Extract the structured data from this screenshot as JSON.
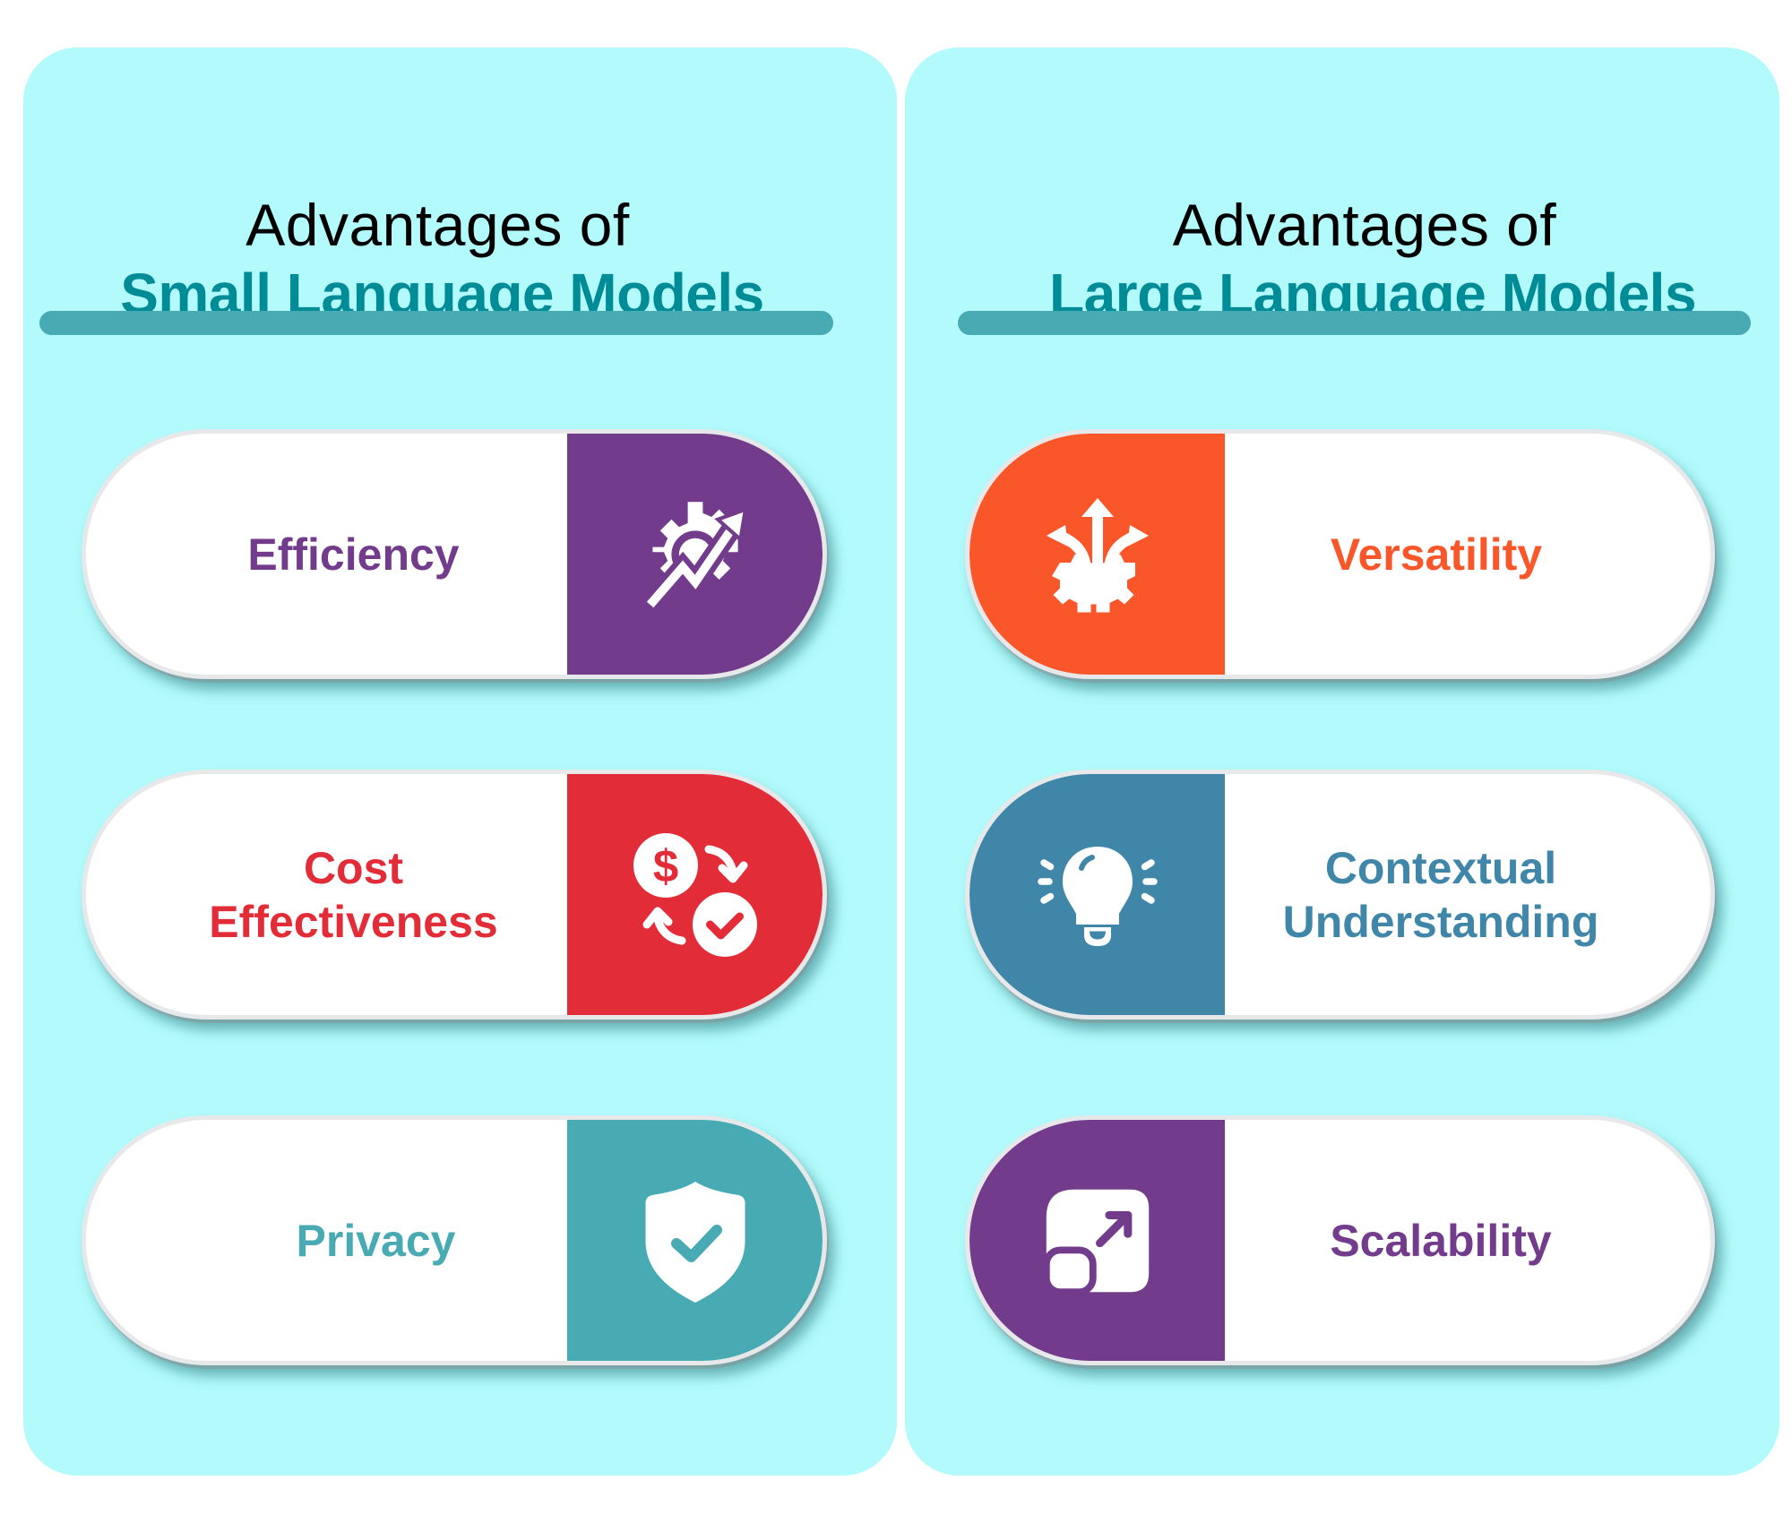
{
  "colors": {
    "panel_bg": "#b2fafc",
    "heading_accent": "#008c96",
    "divider": "#48aab2",
    "purple": "#733b8c",
    "red": "#e22d39",
    "teal": "#48aab2",
    "orange": "#f9572a",
    "steel_blue": "#3f86a9"
  },
  "left_panel": {
    "heading_line1": "Advantages of",
    "heading_line2": "Small Language Models",
    "items": [
      {
        "label_lines": [
          "Efficiency"
        ],
        "icon": "gear-growth-arrow-icon",
        "color": "#733b8c"
      },
      {
        "label_lines": [
          "Cost",
          "Effectiveness"
        ],
        "icon": "dollar-exchange-check-icon",
        "color": "#e22d39"
      },
      {
        "label_lines": [
          "Privacy"
        ],
        "icon": "shield-check-icon",
        "color": "#48aab2"
      }
    ]
  },
  "right_panel": {
    "heading_line1": "Advantages of",
    "heading_line2": "Large Language Models",
    "items": [
      {
        "label_lines": [
          "Versatility"
        ],
        "icon": "gear-branching-arrows-icon",
        "color": "#f9572a"
      },
      {
        "label_lines": [
          "Contextual",
          "Understanding"
        ],
        "icon": "lightbulb-icon",
        "color": "#3f86a9"
      },
      {
        "label_lines": [
          "Scalability"
        ],
        "icon": "scale-up-square-icon",
        "color": "#733b8c"
      }
    ]
  }
}
